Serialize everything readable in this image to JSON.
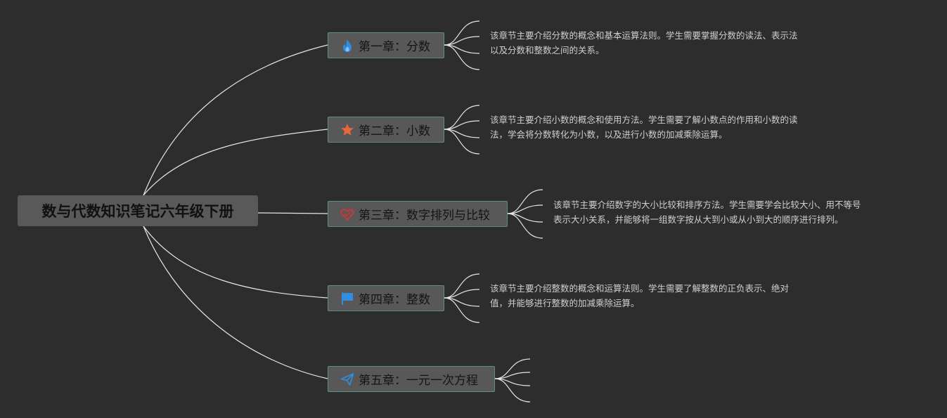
{
  "root": {
    "title": "数与代数知识笔记六年级下册"
  },
  "chapters": [
    {
      "title": "第一章：分数",
      "icon": "flame-icon",
      "icon_color": "#2f8ee0",
      "note_lines": [
        "该章节主要介绍分数的概念和基本运算法则。学生需要掌握分数的读法、表示法",
        "以及分数和整数之间的关系。"
      ]
    },
    {
      "title": "第二章：小数",
      "icon": "star-icon",
      "icon_color": "#e8683a",
      "note_lines": [
        "该章节主要介绍小数的概念和使用方法。学生需要了解小数点的作用和小数的读",
        "法，学会将分数转化为小数，以及进行小数的加减乘除运算。"
      ]
    },
    {
      "title": "第三章：数字排列与比较",
      "icon": "heart-icon",
      "icon_color": "#c23a3a",
      "note_lines": [
        "该章节主要介绍数字的大小比较和排序方法。学生需要学会比较大小、用不等号",
        "表示大小关系，并能够将一组数字按从大到小或从小到大的顺序进行排列。"
      ]
    },
    {
      "title": "第四章：整数",
      "icon": "flag-icon",
      "icon_color": "#2f8ee0",
      "note_lines": [
        "该章节主要介绍整数的概念和运算法则。学生需要了解整数的正负表示、绝对",
        "值，并能够进行整数的加减乘除运算。"
      ]
    },
    {
      "title": "第五章：一元一次方程",
      "icon": "paper-plane-icon",
      "icon_color": "#2f8ee0",
      "note_lines": []
    }
  ],
  "colors": {
    "background": "#2d2d2d",
    "link": "#e6e6e6",
    "topic_border": "#5d8e86"
  }
}
